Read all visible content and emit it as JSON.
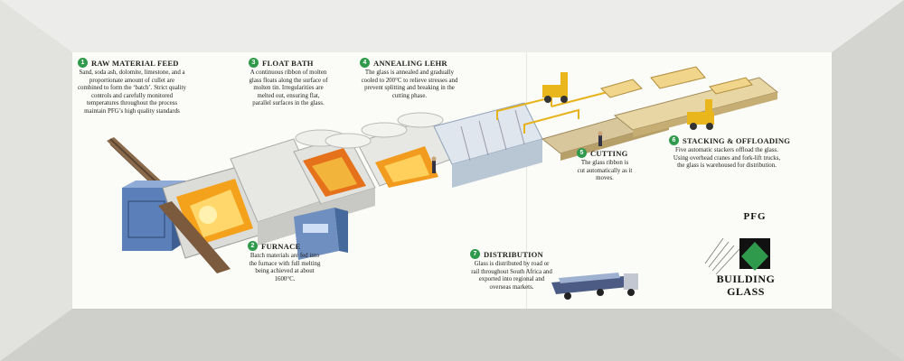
{
  "steps": [
    {
      "number": "1",
      "title": "RAW MATERIAL FEED",
      "text": "Sand, soda ash, dolomite, limestone, and a proportionate amount of cullet are combined to form the ‘batch’. Strict quality controls and carefully monitored temperatures throughout the process maintain PFG’s high quality standards"
    },
    {
      "number": "2",
      "title": "FURNACE",
      "text": "Batch materials are fed into the furnace with full melting being achieved at about 1600°C."
    },
    {
      "number": "3",
      "title": "FLOAT BATH",
      "text": "A continuous ribbon of molten glass floats along the surface of molten tin. Irregularities are melted out, ensuring flat, parallel surfaces in the glass."
    },
    {
      "number": "4",
      "title": "ANNEALING LEHR",
      "text": "The glass is annealed and gradually cooled to 200°C to relieve stresses and prevent splitting and breaking in the cutting phase."
    },
    {
      "number": "5",
      "title": "CUTTING",
      "text": "The glass ribbon is cut automatically as it moves."
    },
    {
      "number": "6",
      "title": "STACKING & OFFLOADING",
      "text": "Five automatic stackers offload the glass. Using overhead cranes and fork-lift trucks, the glass is warehoused for distribution."
    },
    {
      "number": "7",
      "title": "DISTRIBUTION",
      "text": "Glass is distributed by road or rail throughout South Africa and exported into regional and overseas markets."
    }
  ],
  "logo": {
    "top_text": "PFG",
    "line1": "BUILDING",
    "line2": "GLASS"
  },
  "colors": {
    "accent_green": "#2f9a4c",
    "fire": "#f4a21c",
    "panel": "#fbfbf7",
    "frame": "#d9d9d6"
  }
}
